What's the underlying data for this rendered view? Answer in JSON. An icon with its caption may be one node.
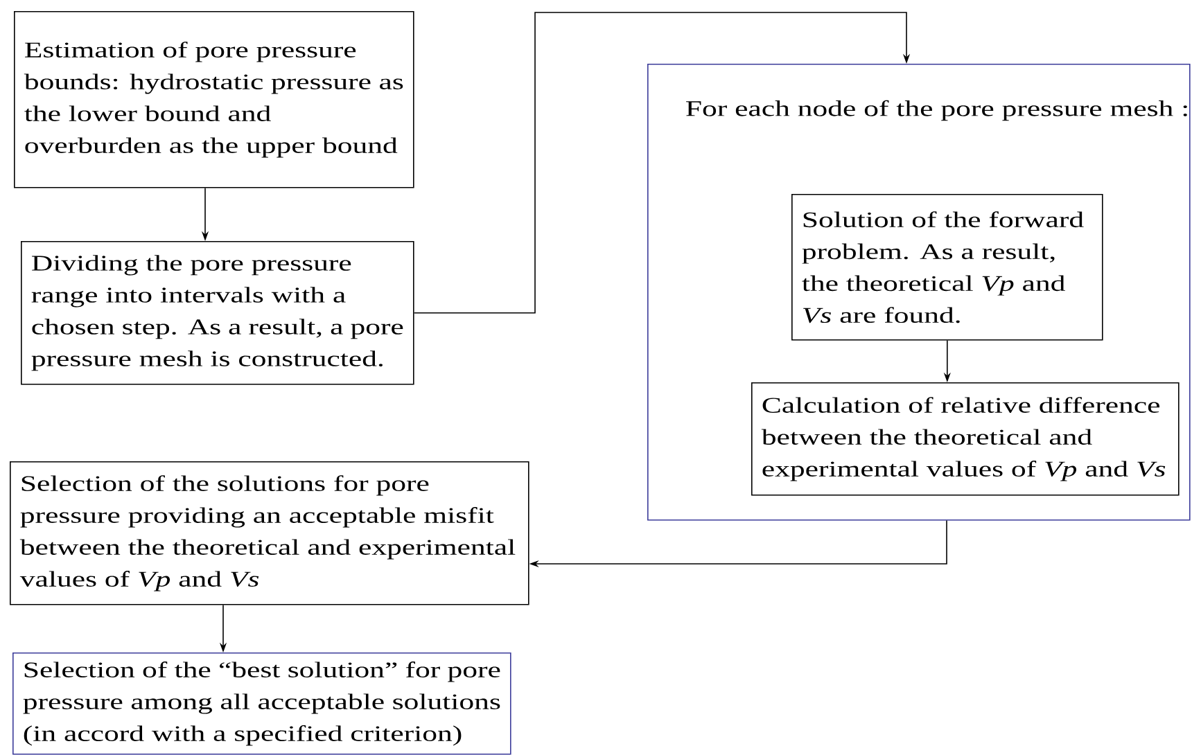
{
  "diagram": {
    "nodes": [
      {
        "text": [
          "Estimation of pore pressure bounds: hydrostatic pressure as the lower bound and overburden as the upper bound"
        ]
      },
      {
        "text": [
          "Dividing the pore pressure range into intervals with a chosen step. As a result, a pore pressure mesh is constructed."
        ]
      },
      {
        "text": [
          "For each node of the pore pressure mesh :"
        ]
      },
      {
        "text": [
          "Solution of the forward problem. As a result, the theoretical *Vp* and *Vs* are found."
        ],
        "in": 2
      },
      {
        "text": [
          "Calculation of relative difference between the theoretical and experimental values of *Vp* and *Vs*"
        ],
        "in": 2
      },
      {
        "text": [
          "Selection of the solutions for pore pressure providing an acceptable misfit between the theoretical and experimental values of *Vp* and *Vs*"
        ]
      },
      {
        "text": [
          "Selection of the “best solution” for pore pressure among all acceptable solutions (in accord with a specified criterion)"
        ]
      }
    ],
    "edges": [
      {
        "from": 0,
        "to": 1,
        "arrow": "to"
      },
      {
        "from": 1,
        "to": 2,
        "arrow": "to"
      },
      {
        "from": 3,
        "to": 4,
        "arrow": "to"
      },
      {
        "from": 2,
        "to": 5,
        "arrow": "to"
      },
      {
        "from": 5,
        "to": 6,
        "arrow": "to"
      }
    ]
  }
}
